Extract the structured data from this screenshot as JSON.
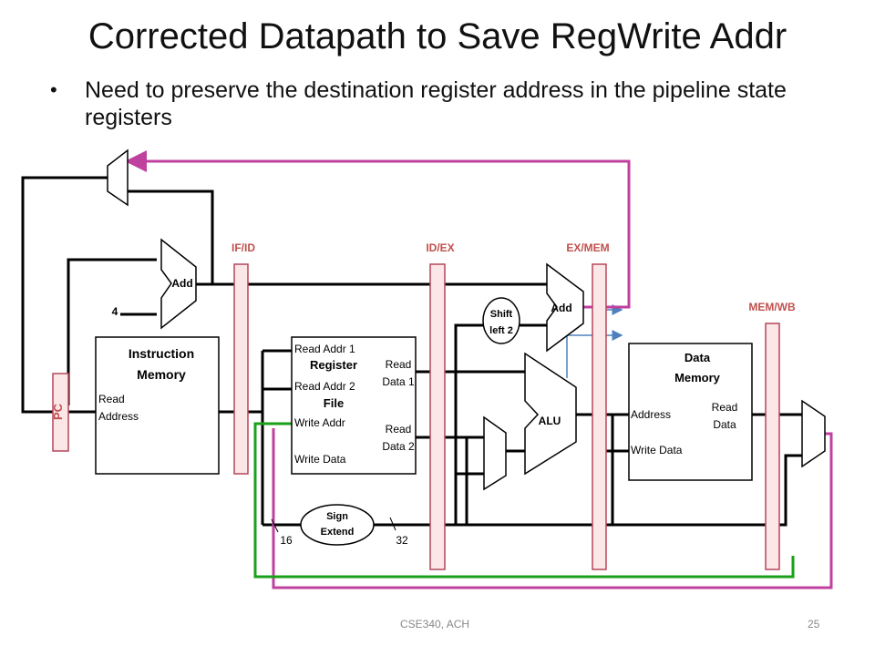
{
  "slide": {
    "title": "Corrected Datapath to Save RegWrite Addr",
    "bullet": "Need to preserve the destination register address in the pipeline state registers",
    "footer_center": "CSE340, ACH",
    "page_number": "25"
  },
  "diagram": {
    "pipeline_registers": {
      "if_id": "IF/ID",
      "id_ex": "ID/EX",
      "ex_mem": "EX/MEM",
      "mem_wb": "MEM/WB"
    },
    "pc": "PC",
    "add_pc": "Add",
    "const_four": "4",
    "instruction_memory": {
      "title_1": "Instruction",
      "title_2": "Memory",
      "port_1": "Read",
      "port_2": "Address"
    },
    "register_file": {
      "title_1": "Register",
      "title_2": "File",
      "read_addr_1": "Read Addr 1",
      "read_addr_2": "Read Addr 2",
      "write_addr": "Write Addr",
      "write_data": "Write Data",
      "read_data_1a": "Read",
      "read_data_1b": "Data 1",
      "read_data_2a": "Read",
      "read_data_2b": "Data 2"
    },
    "sign_extend": {
      "line_1": "Sign",
      "line_2": "Extend",
      "in_bits": "16",
      "out_bits": "32"
    },
    "shift_left": {
      "line_1": "Shift",
      "line_2": "left 2"
    },
    "add_branch": "Add",
    "alu": "ALU",
    "data_memory": {
      "title_1": "Data",
      "title_2": "Memory",
      "address": "Address",
      "write_data": "Write Data",
      "read_data_a": "Read",
      "read_data_b": "Data"
    },
    "colors": {
      "pipeline_fill": "#fbe6e8",
      "pipeline_stroke": "#b5475a",
      "stage_label": "#c0504d",
      "regwrite_path": "#c040a0",
      "writeaddr_path": "#1aa01a",
      "accent_arrow": "#4f81bd"
    }
  }
}
